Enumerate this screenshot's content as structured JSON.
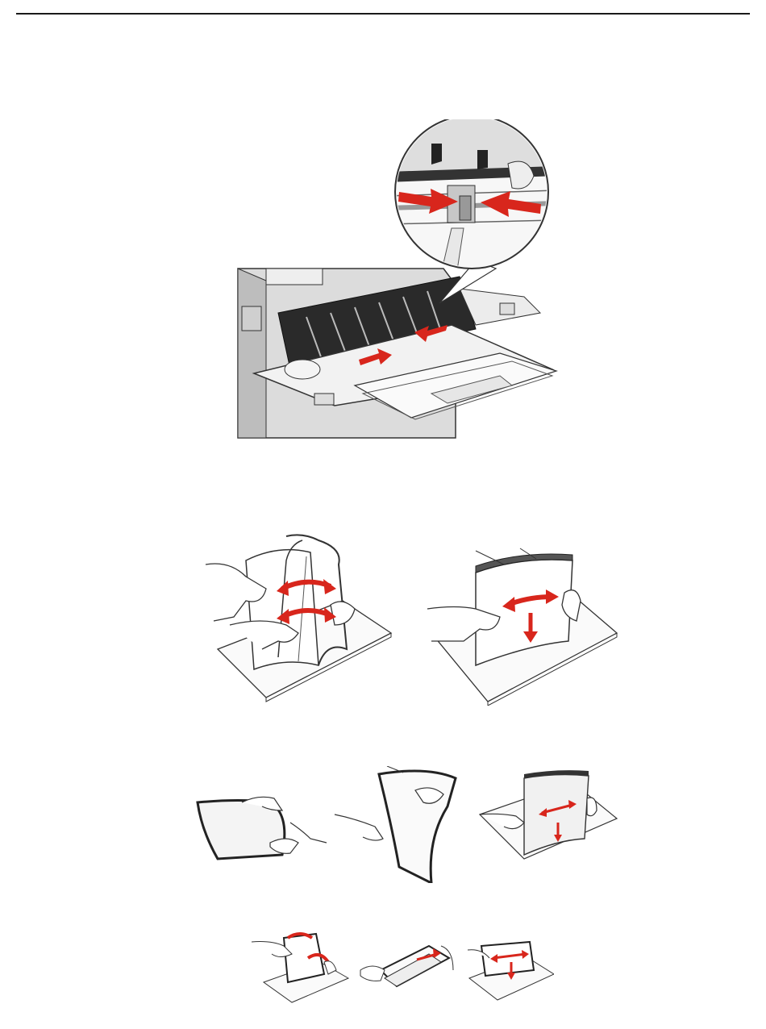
{
  "page": {
    "header_rule": true,
    "text": []
  },
  "figures": [
    {
      "name": "mp-feeder-width-guide",
      "icon": "printer-multipurpose-feeder-illustration",
      "callout": "width-guide-tabs-squeezed"
    },
    {
      "name": "flex-paper-stack",
      "icon": "paper-stack-flex-illustration"
    },
    {
      "name": "flex-transparencies",
      "icon": "transparency-flex-illustration"
    },
    {
      "name": "flex-envelopes",
      "icon": "envelope-flex-illustration"
    }
  ],
  "colors": {
    "arrow": "#d8261c",
    "line": "#222222",
    "shade": "#d6d6d6",
    "paper": "#f4f4f4"
  }
}
